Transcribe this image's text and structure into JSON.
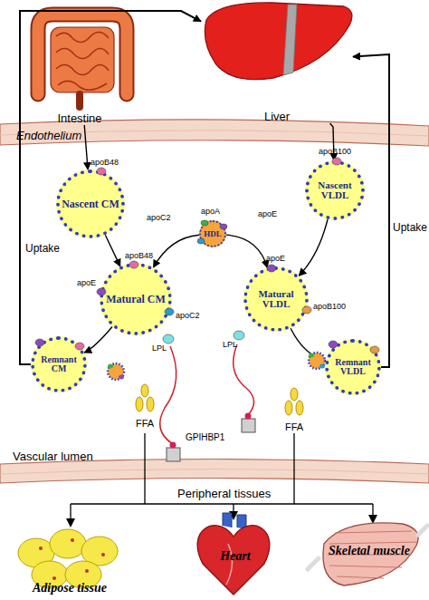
{
  "diagram": {
    "nodes": [
      {
        "text": [
          "Intestine"
        ]
      },
      {
        "text": [
          "Liver"
        ]
      },
      {
        "text": [
          "Nascent CM"
        ]
      },
      {
        "text": [
          "HDL"
        ]
      },
      {
        "text": [
          "Nascent VLDL"
        ]
      },
      {
        "text": [
          "Matural CM"
        ]
      },
      {
        "text": [
          "Matural VLDL"
        ]
      },
      {
        "text": [
          "Remnant CM"
        ]
      },
      {
        "text": [
          "Remnant VLDL"
        ]
      },
      {
        "text": [
          "Adipose tissue"
        ]
      },
      {
        "text": [
          "Heart"
        ]
      },
      {
        "text": [
          "Skeletal muscle"
        ]
      }
    ],
    "edges": [
      {
        "from": 0,
        "to": 2,
        "arrow": "to"
      },
      {
        "from": 1,
        "to": 4,
        "arrow": "to"
      },
      {
        "from": 2,
        "to": 5,
        "arrow": "to"
      },
      {
        "from": 3,
        "to": 5,
        "arrow": "to"
      },
      {
        "from": 3,
        "to": 6,
        "arrow": "to"
      },
      {
        "from": 4,
        "to": 6,
        "arrow": "to"
      },
      {
        "from": 5,
        "to": 7,
        "arrow": "to"
      },
      {
        "from": 6,
        "to": 8,
        "arrow": "to"
      },
      {
        "from": 7,
        "to": 1,
        "label": "Uptake",
        "arrow": "to"
      },
      {
        "from": 8,
        "to": 1,
        "label": "Uptake",
        "arrow": "to"
      }
    ],
    "labels": [
      "Endothelium",
      "apoB48",
      "apoB100",
      "apoC2",
      "apoA",
      "apoE",
      "apoB48",
      "apoE",
      "apoC2",
      "LPL",
      "apoE",
      "apoB100",
      "LPL",
      "FFA",
      "FFA",
      "GPIHBP1",
      "Vascular lumen",
      "Peripheral tissues"
    ]
  }
}
